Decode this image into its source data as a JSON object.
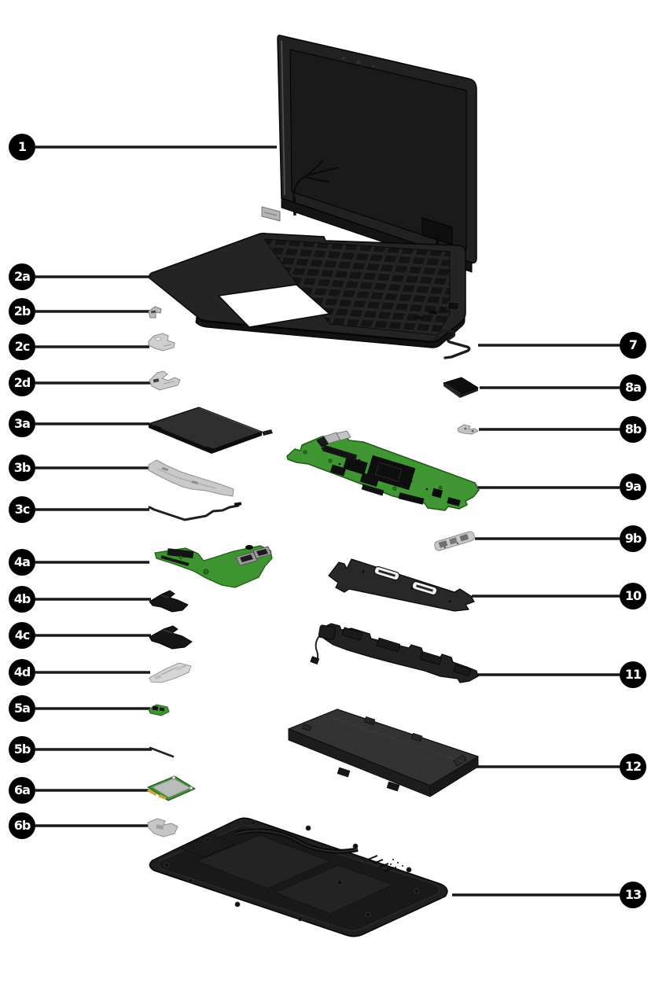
{
  "diagram": {
    "description": "Exploded-view illustration of a laptop showing numbered replaceable parts",
    "background": "#ffffff"
  },
  "colors": {
    "callout_background": "#000000",
    "callout_text": "#ffffff",
    "leader_line": "#1a1a1a",
    "part_dark": "#222222",
    "part_silver": "#c7c7c7",
    "pcb_green": "#3f9632"
  },
  "callouts": [
    {
      "label": "1"
    },
    {
      "label": "2a"
    },
    {
      "label": "2b"
    },
    {
      "label": "2c"
    },
    {
      "label": "2d"
    },
    {
      "label": "3a"
    },
    {
      "label": "3b"
    },
    {
      "label": "3c"
    },
    {
      "label": "4a"
    },
    {
      "label": "4b"
    },
    {
      "label": "4c"
    },
    {
      "label": "4d"
    },
    {
      "label": "5a"
    },
    {
      "label": "5b"
    },
    {
      "label": "6a"
    },
    {
      "label": "6b"
    },
    {
      "label": "7"
    },
    {
      "label": "8a"
    },
    {
      "label": "8b"
    },
    {
      "label": "9a"
    },
    {
      "label": "9b"
    },
    {
      "label": "10"
    },
    {
      "label": "11"
    },
    {
      "label": "12"
    },
    {
      "label": "13"
    }
  ]
}
